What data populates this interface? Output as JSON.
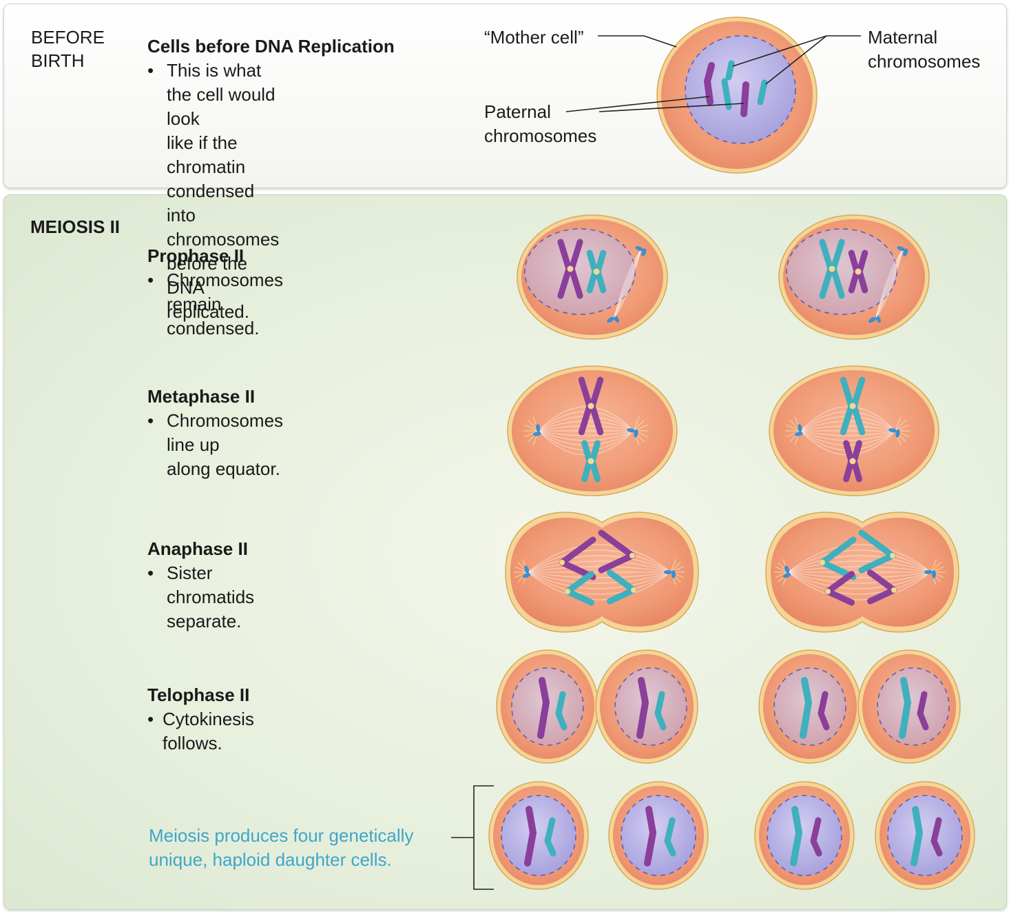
{
  "before_birth": {
    "label_line1": "BEFORE",
    "label_line2": "BIRTH",
    "title": "Cells before DNA Replication",
    "bullet": "This is what the cell would look\nlike if the chromatin condensed\ninto chromosomes before the\nDNA replicated.",
    "callouts": {
      "mother_cell": "“Mother cell”",
      "maternal": "Maternal\nchromosomes",
      "paternal": "Paternal\nchromosomes"
    }
  },
  "meiosis_ii": {
    "heading": "MEIOSIS II",
    "stages": [
      {
        "title": "Prophase II",
        "bullet": "Chromosomes remain\ncondensed."
      },
      {
        "title": "Metaphase II",
        "bullet": "Chromosomes line up\nalong equator."
      },
      {
        "title": "Anaphase II",
        "bullet": "Sister chromatids separate."
      },
      {
        "title": "Telophase II",
        "bullet": "Cytokinesis follows."
      }
    ],
    "result_caption": "Meiosis produces four genetically\nunique, haploid daughter cells."
  },
  "colors": {
    "paternal_chromosome": "#8a3f9a",
    "maternal_chromosome": "#3fb0bd",
    "cytoplasm": "#f2a07c",
    "membrane": "#f3cf8a",
    "nucleus": "#b7b1e6",
    "caption": "#3fa6c9"
  }
}
